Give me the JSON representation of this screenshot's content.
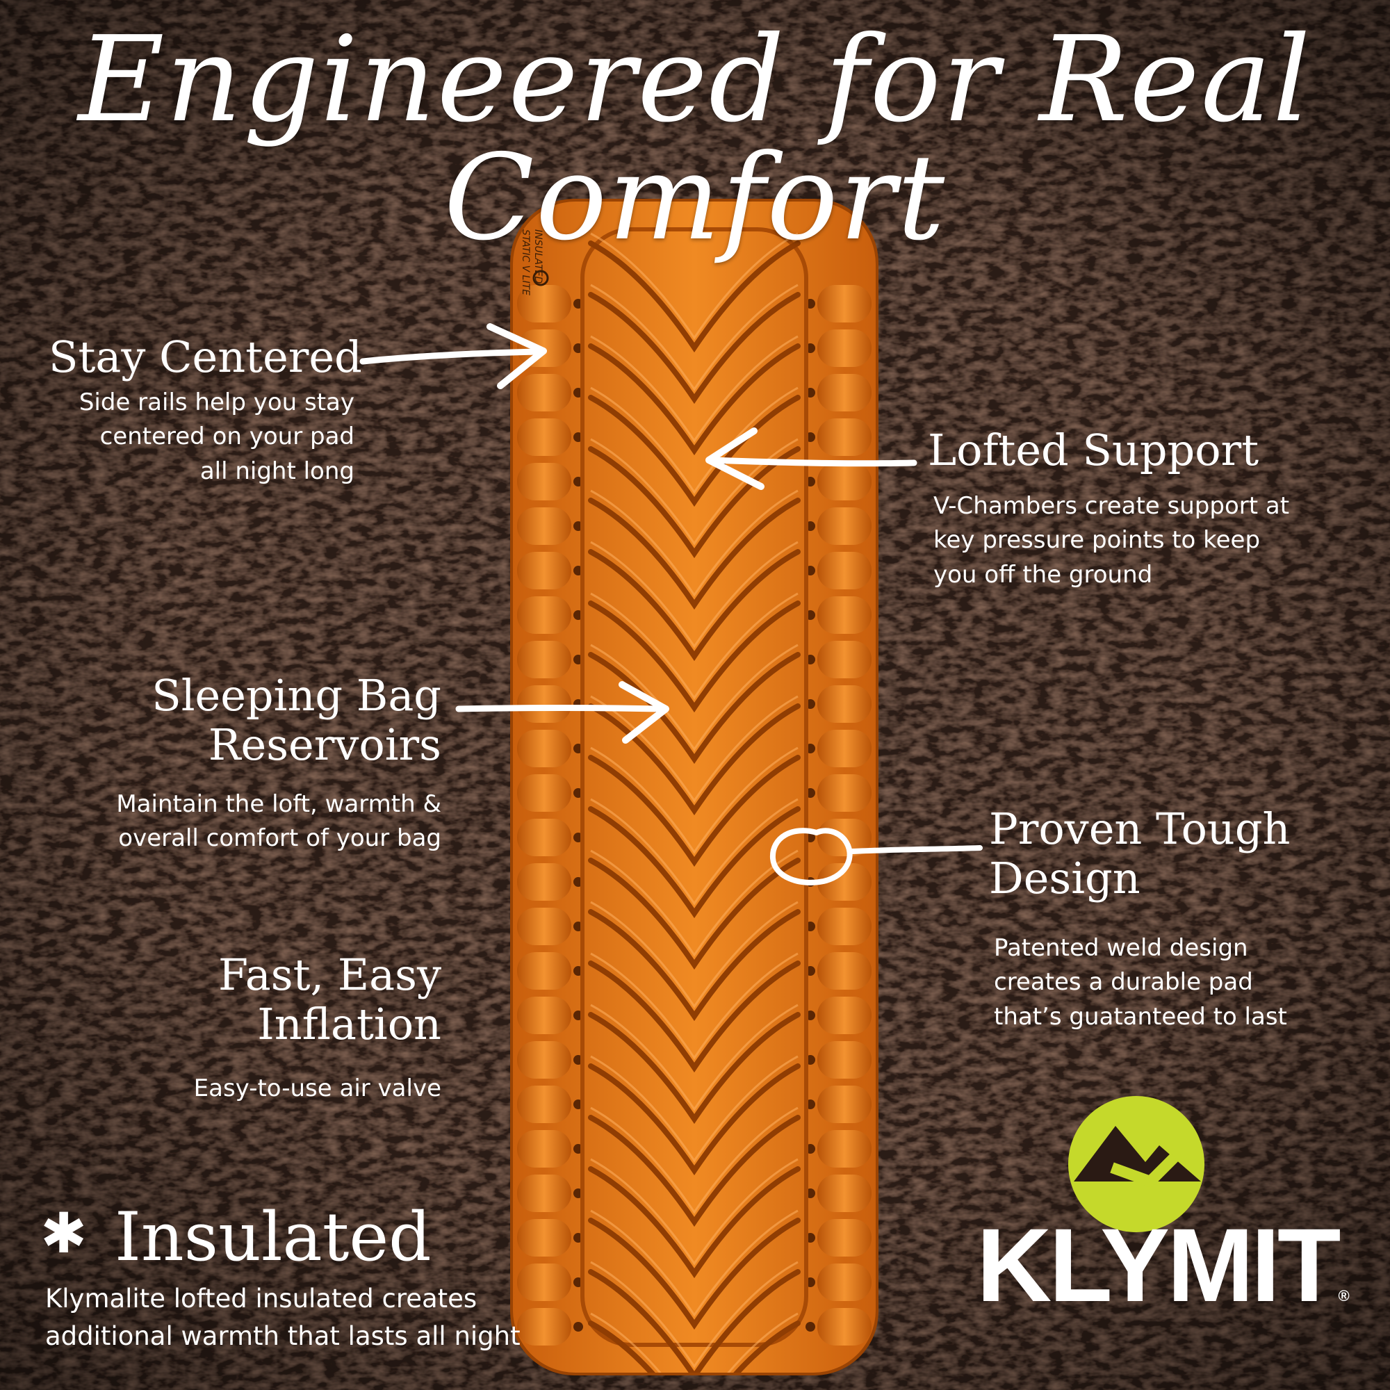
{
  "title": "Engineered for Real Comfort",
  "features": {
    "stay_centered": {
      "heading": "Stay Centered",
      "lines": [
        "Side rails help you stay",
        "centered on your pad",
        "all night long"
      ]
    },
    "lofted_support": {
      "heading": "Lofted Support",
      "lines": [
        "V-Chambers create support at",
        "key pressure points to keep",
        "you off the ground"
      ]
    },
    "sleeping_bag": {
      "heading_lines": [
        "Sleeping Bag",
        "Reservoirs"
      ],
      "lines": [
        "Maintain the loft, warmth &",
        "overall comfort of your bag"
      ]
    },
    "proven_tough": {
      "heading_lines": [
        "Proven Tough",
        "Design"
      ],
      "lines": [
        "Patented weld design",
        "creates a durable pad",
        "that’s guatanteed to last"
      ]
    },
    "fast_easy": {
      "heading_lines": [
        "Fast, Easy",
        "Inflation"
      ],
      "lines": [
        "Easy-to-use air valve"
      ]
    },
    "insulated": {
      "heading": "Insulated",
      "star": "✱",
      "lines": [
        "Klymalite lofted insulated creates",
        "additional warmth that lasts all night"
      ]
    }
  },
  "pad_label": [
    "INSULATED",
    "STATIC V LITE"
  ],
  "brand": {
    "name": "KLYMIT",
    "registered": "®"
  },
  "colors": {
    "pad_orange": "#e8791b",
    "logo_green": "#c5d92b",
    "ground": "#2a1a14"
  }
}
